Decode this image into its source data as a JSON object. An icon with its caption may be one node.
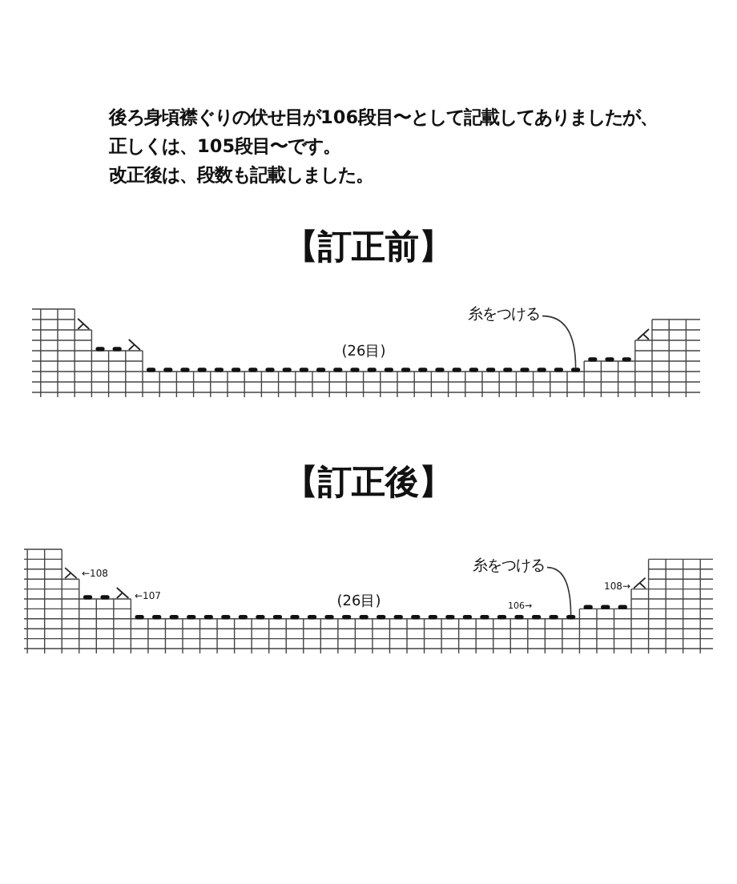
{
  "diagram": {
    "nodes": [
      {
        "text": [
          "糸をつける"
        ]
      },
      {
        "text": [
          "糸をつける"
        ]
      }
    ],
    "edges": [
      {
        "from": 0,
        "to": null,
        "arrow": "none"
      },
      {
        "from": 1,
        "to": null,
        "arrow": "none"
      }
    ],
    "labels": [
      "後ろ身頃襟ぐりの伏せ目が106段目〜として記載してありましたが、",
      "正しくは、105段目〜です。",
      "改正後は、段数も記載しました。",
      "【訂正前】",
      "(26目)",
      "【訂正後】",
      "←108",
      "←107",
      "(26目)",
      "106→",
      "108→"
    ]
  }
}
